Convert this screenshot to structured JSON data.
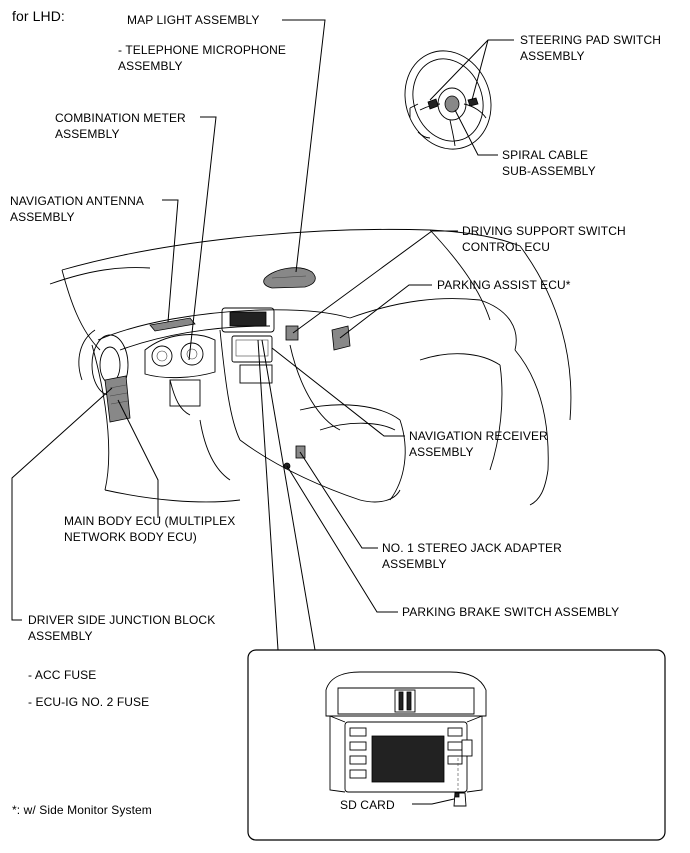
{
  "title": "for LHD:",
  "footnote": "*: w/ Side Monitor System",
  "labels": {
    "map_light": "MAP LIGHT ASSEMBLY",
    "telephone_mic": "- TELEPHONE MICROPHONE\nASSEMBLY",
    "combination_meter": "COMBINATION METER\nASSEMBLY",
    "navigation_antenna": "NAVIGATION ANTENNA\nASSEMBLY",
    "steering_pad_switch": "STEERING PAD SWITCH\nASSEMBLY",
    "spiral_cable": "SPIRAL CABLE\nSUB-ASSEMBLY",
    "driving_support": "DRIVING SUPPORT SWITCH\nCONTROL ECU",
    "parking_assist": "PARKING ASSIST ECU*",
    "navigation_receiver": "NAVIGATION RECEIVER\nASSEMBLY",
    "main_body_ecu": "MAIN BODY ECU (MULTIPLEX\nNETWORK BODY ECU)",
    "stereo_jack": "NO. 1 STEREO JACK ADAPTER\nASSEMBLY",
    "parking_brake": "PARKING BRAKE SWITCH ASSEMBLY",
    "junction_block": "DRIVER SIDE JUNCTION BLOCK\nASSEMBLY",
    "acc_fuse": "- ACC FUSE",
    "ecu_ig_fuse": "- ECU-IG NO. 2 FUSE",
    "sd_card": "SD CARD"
  }
}
